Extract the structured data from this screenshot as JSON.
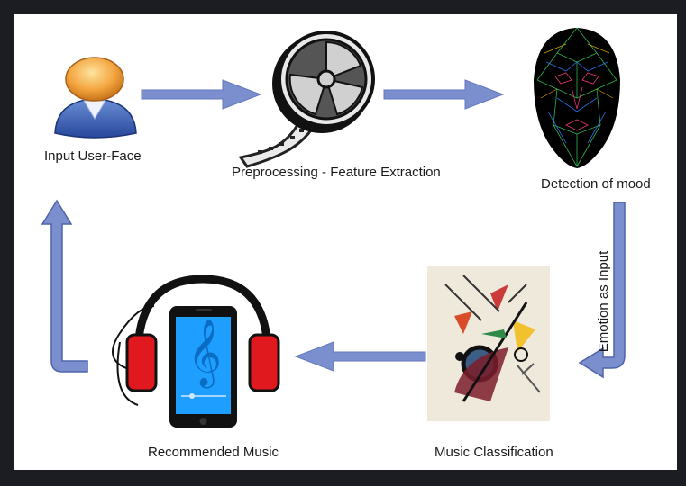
{
  "nodes": {
    "input_face": "Input User-Face",
    "preprocessing": "Preprocessing - Feature Extraction",
    "detection": "Detection of mood",
    "classification": "Music Classification",
    "recommended": "Recommended Music"
  },
  "edges": {
    "emotion_input": "Emotion as Input"
  },
  "icons": [
    "user-face-icon",
    "film-reel-icon",
    "face-mesh-icon",
    "abstract-painting-icon",
    "headphones-phone-icon",
    "treble-clef-icon"
  ],
  "colors": {
    "arrow": "#7b8fcf",
    "arrow_stroke": "#4f63a8",
    "phone_screen": "#1e9fff",
    "headphone_red": "#e0191e",
    "background": "#ffffff",
    "frame": "#1b1d22"
  }
}
